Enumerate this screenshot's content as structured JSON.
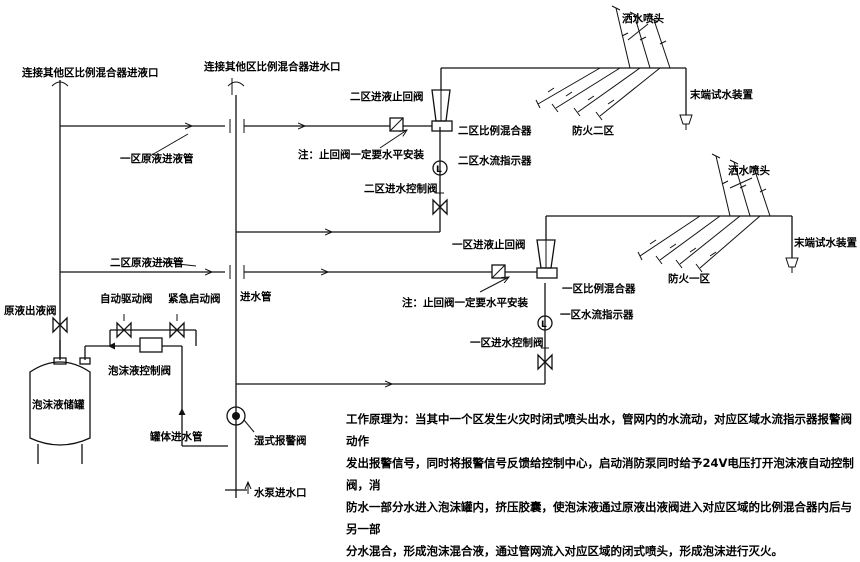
{
  "labels": {
    "connect_other_liquid": "连接其他区比例混合器进液口",
    "connect_other_water": "连接其他区比例混合器进水口",
    "zone2_check_valve": "二区进液止回阀",
    "zone2_mixer": "二区比例混合器",
    "note_zone2": "注：止回阀一定要水平安装",
    "zone2_flow_indicator": "二区水流指示器",
    "zone2_control_valve": "二区进水控制阀",
    "zone1_liquid_pipe": "一区原液进液管",
    "zone2_liquid_pipe": "二区原液进液管",
    "water_inlet_pipe": "进水管",
    "zone1_check_valve": "一区进液止回阀",
    "zone1_mixer": "一区比例混合器",
    "note_zone1": "注：止回阀一定要水平安装",
    "zone1_flow_indicator": "一区水流指示器",
    "zone1_control_valve": "一区进水控制阀",
    "sprinkler_zone2": "洒水喷头",
    "sprinkler_zone1": "洒水喷头",
    "end_test_zone2": "末端试水装置",
    "end_test_zone1": "末端试水装置",
    "fire_zone2": "防火二区",
    "fire_zone1": "防火一区",
    "liquid_outlet_valve": "原液出液阀",
    "auto_drive_valve": "自动驱动阀",
    "emergency_valve": "紧急启动阀",
    "foam_control_valve": "泡沫液控制阀",
    "foam_tank": "泡沫液储罐",
    "tank_inlet_pipe": "罐体进水管",
    "wet_alarm_valve": "湿式报警阀",
    "pump_inlet": "水泵进水口"
  },
  "description": {
    "lines": [
      "工作原理为：当其中一个区发生火灾时闭式喷头出水，管网内的水流动，对应区域水流指示器报警阀动作",
      "发出报警信号，同时将报警信号反馈给控制中心，启动消防泵同时给予24V电压打开泡沫液自动控制阀，消",
      "防水一部分水进入泡沫罐内，挤压胶囊，使泡沫液通过原液出液阀进入对应区域的比例混合器内后与另一部",
      "分水混合，形成泡沫混合液，通过管网流入对应区域的闭式喷头，形成泡沫进行灭火。"
    ]
  }
}
